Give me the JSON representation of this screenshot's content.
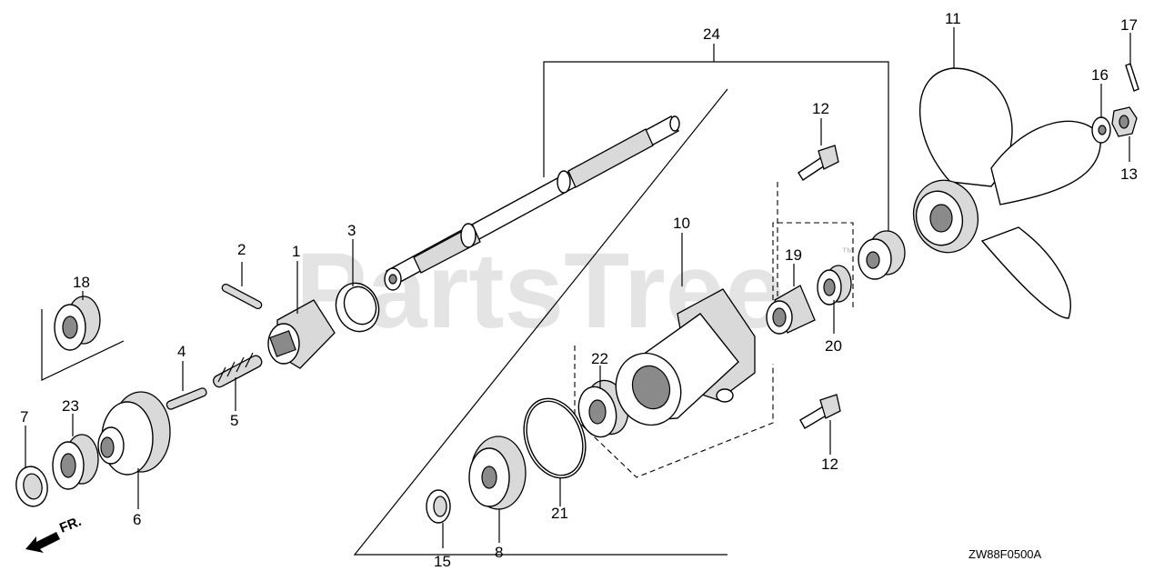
{
  "watermark": {
    "text": "PartsTree",
    "trademark": "™"
  },
  "diagram_code": "ZW88F0500A",
  "direction_label": "FR.",
  "callouts": {
    "c1": "1",
    "c2": "2",
    "c3": "3",
    "c4": "4",
    "c5": "5",
    "c6": "6",
    "c7": "7",
    "c8": "8",
    "c10": "10",
    "c11": "11",
    "c12a": "12",
    "c12b": "12",
    "c13": "13",
    "c15": "15",
    "c16": "16",
    "c17": "17",
    "c18": "18",
    "c19": "19",
    "c20": "20",
    "c21": "21",
    "c22": "22",
    "c23": "23",
    "c24": "24"
  }
}
